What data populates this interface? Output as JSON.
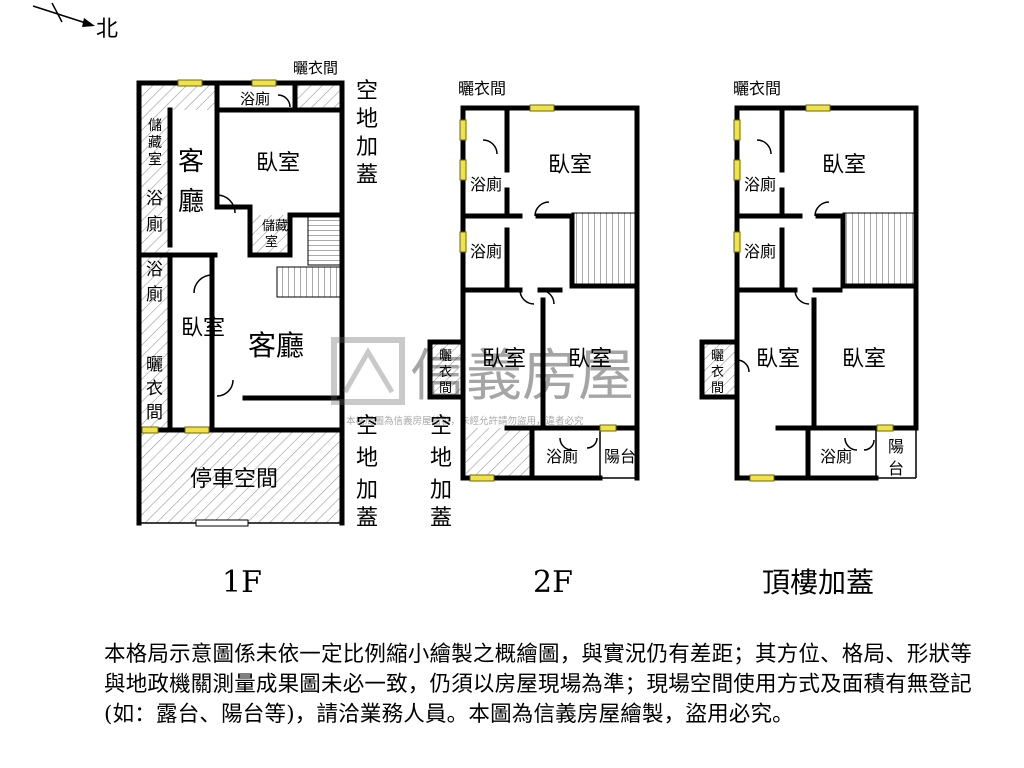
{
  "compass": {
    "label": "北"
  },
  "floors": [
    {
      "label": "1F"
    },
    {
      "label": "2F"
    },
    {
      "label": "頂樓加蓋"
    }
  ],
  "rooms": {
    "bedroom": "臥室",
    "living": "客廳",
    "living_v": [
      "客",
      "廳"
    ],
    "bath": "浴廁",
    "bath_v": [
      "浴",
      "廁"
    ],
    "storage": "儲藏室",
    "storage_v": [
      "儲",
      "藏",
      "室"
    ],
    "storage_2": [
      "儲藏",
      "室"
    ],
    "laundry": "曬衣間",
    "laundry_v": [
      "曬",
      "衣",
      "間"
    ],
    "parking": "停車空間",
    "balcony": "陽台",
    "balcony_v": [
      "陽",
      "台"
    ]
  },
  "annex": [
    "空",
    "地",
    "加",
    "蓋"
  ],
  "watermark": {
    "brand": "信義房屋",
    "notice": "本格局圖為信義房屋繪製，未經允許請勿盜用，違者必究"
  },
  "caption": "本格局示意圖係未依一定比例縮小繪製之概繪圖，與實況仍有差距；其方位、格局、形狀等與地政機關測量成果圖未必一致，仍須以房屋現場為準；現場空間使用方式及面積有無登記(如：露台、陽台等)，請洽業務人員。本圖為信義房屋繪製，盜用必究。"
}
